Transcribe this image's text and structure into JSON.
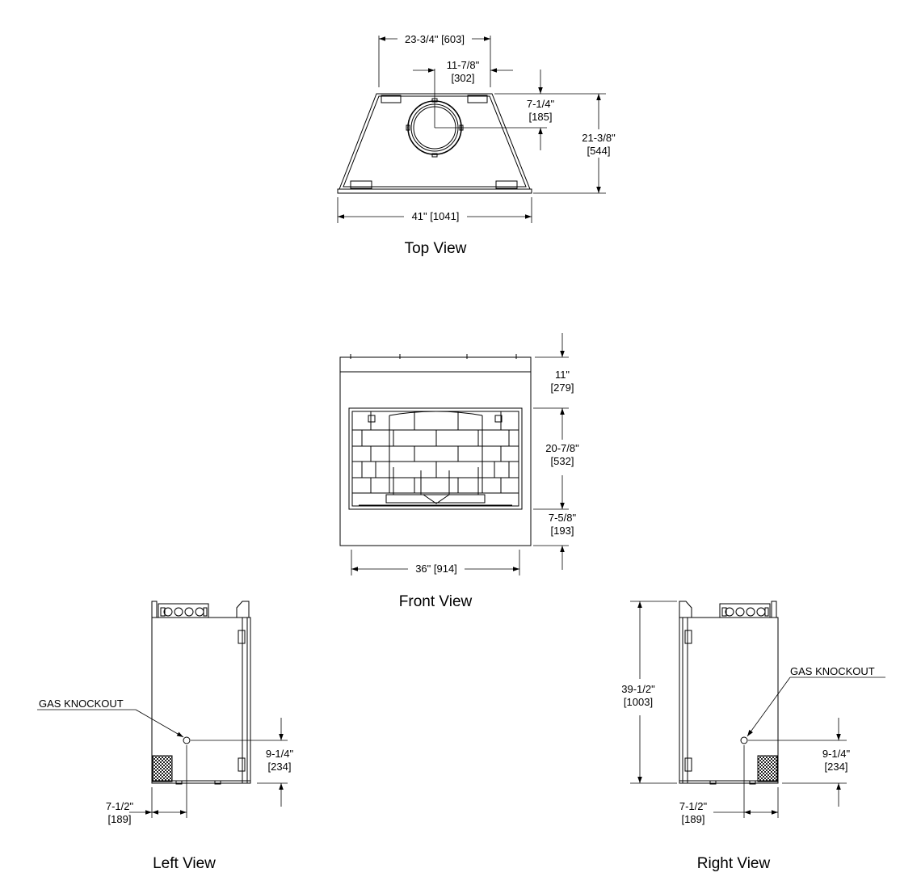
{
  "views": {
    "top": {
      "caption": "Top View",
      "dim_width_top": "23-3/4\" [603]",
      "dim_center_line1": "11-7/8\"",
      "dim_center_line2": "[302]",
      "dim_flue_depth_line1": "7-1/4\"",
      "dim_flue_depth_line2": "[185]",
      "dim_depth_line1": "21-3/8\"",
      "dim_depth_line2": "[544]",
      "dim_width_bottom": "41\" [1041]"
    },
    "front": {
      "caption": "Front View",
      "dim_top_line1": "11\"",
      "dim_top_line2": "[279]",
      "dim_opening_line1": "20-7/8\"",
      "dim_opening_line2": "[532]",
      "dim_bottom_line1": "7-5/8\"",
      "dim_bottom_line2": "[193]",
      "dim_width": "36\" [914]"
    },
    "left": {
      "caption": "Left View",
      "gas_label": "GAS KNOCKOUT",
      "dim_gas_height_line1": "9-1/4\"",
      "dim_gas_height_line2": "[234]",
      "dim_gas_offset_line1": "7-1/2\"",
      "dim_gas_offset_line2": "[189]"
    },
    "right": {
      "caption": "Right View",
      "gas_label": "GAS KNOCKOUT",
      "dim_height_line1": "39-1/2\"",
      "dim_height_line2": "[1003]",
      "dim_gas_height_line1": "9-1/4\"",
      "dim_gas_height_line2": "[234]",
      "dim_gas_offset_line1": "7-1/2\"",
      "dim_gas_offset_line2": "[189]"
    }
  }
}
